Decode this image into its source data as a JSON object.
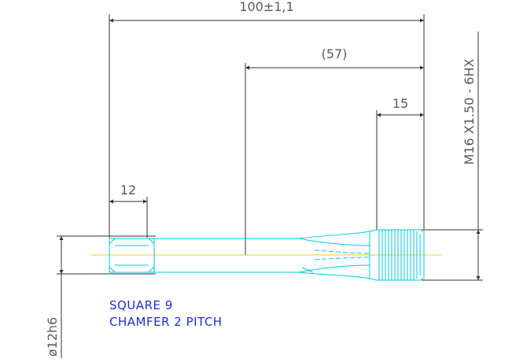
{
  "drawing": {
    "dim_overall": "100±1,1",
    "dim_ref": "(57)",
    "dim_thread_len": "15",
    "dim_square_len": "12",
    "dim_diameter": "ø12h6",
    "thread_spec": "M16   X1.50  -  6HX",
    "notes": [
      "SQUARE 9",
      "CHAMFER 2 PITCH"
    ]
  },
  "colors": {
    "dimension": "#303030",
    "outline": "#00c8e6",
    "centerline": "#e6d21e",
    "note": "#1f2fd0"
  }
}
